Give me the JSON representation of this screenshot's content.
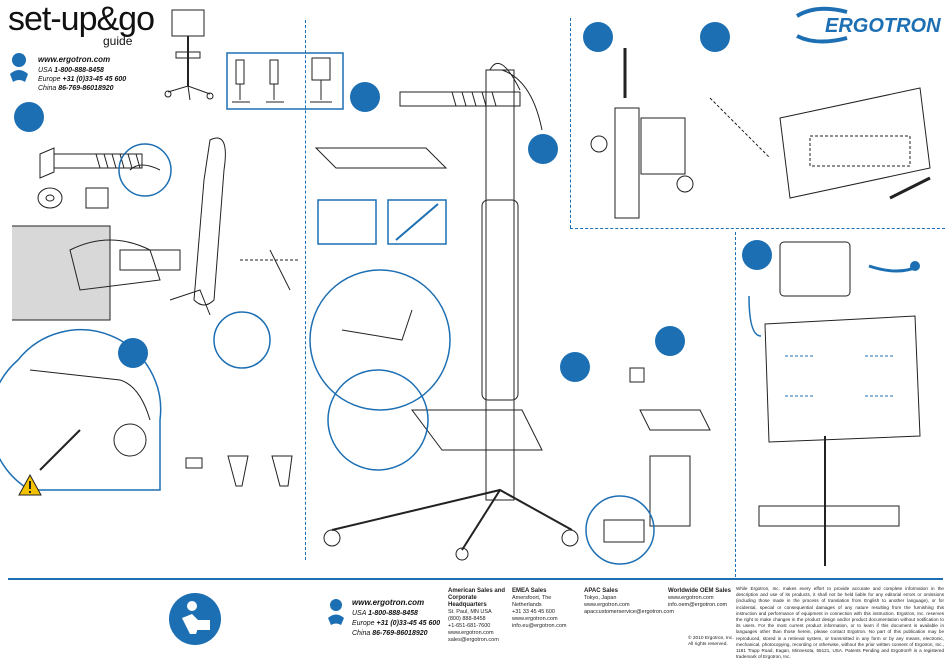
{
  "header": {
    "title": "set-up&go",
    "subtitle": "guide",
    "website": "www.ergotron.com",
    "contacts": [
      {
        "region": "USA",
        "phone": "1-800-888-8458"
      },
      {
        "region": "Europe",
        "phone": "+31 (0)33-45 45 600"
      },
      {
        "region": "China",
        "phone": "86-769-86018920"
      }
    ]
  },
  "brand": {
    "name": "ERGOTRON",
    "color": "#1d6fb3"
  },
  "colors": {
    "accent": "#1d6fb3",
    "line": "#222222",
    "warning": "#f2c100"
  },
  "footer": {
    "website": "www.ergotron.com",
    "contacts": [
      {
        "region": "USA",
        "phone": "1-800-888-8458"
      },
      {
        "region": "Europe",
        "phone": "+31 (0)33-45 45 600"
      },
      {
        "region": "China",
        "phone": "86-769-86018920"
      }
    ],
    "columns": [
      {
        "heading": "American Sales and Corporate Headquarters",
        "lines": [
          "St. Paul, MN USA",
          "(800) 888-8458",
          "+1-651-681-7600",
          "www.ergotron.com",
          "sales@ergotron.com"
        ]
      },
      {
        "heading": "EMEA Sales",
        "lines": [
          "Amersfoort, The Netherlands",
          "+31 33 45 45 600",
          "www.ergotron.com",
          "info.eu@ergotron.com"
        ]
      },
      {
        "heading": "APAC Sales",
        "lines": [
          "Tokyo, Japan",
          "www.ergotron.com",
          "apaccustomerservice@ergotron.com"
        ]
      },
      {
        "heading": "Worldwide OEM Sales",
        "lines": [
          "www.ergotron.com",
          "info.oem@ergotron.com"
        ]
      }
    ],
    "copyright": [
      "© 2010 Ergotron, Inc.",
      "All rights reserved."
    ],
    "legal": "While Ergotron, Inc. makes every effort to provide accurate and complete information in the description and use of its products, it shall not be held liable for any editorial errors or omissions (including those made in the process of translation from English to another language), or for incidental, special or consequential damages of any nature resulting from the furnishing this instruction and performance of equipment in connection with this instruction. Ergotron, Inc. reserves the right to make changes in the product design and/or product documentation without notification to its users. For the most current product information, or to learn if this document is available in languages other than those herein, please contact Ergotron. No part of this publication may be reproduced, stored in a retrieval system, or transmitted in any form or by any means, electronic, mechanical, photocopying, recording or otherwise, without the prior written consent of Ergotron, Inc., 1181 Trapp Road, Eagan, Minnesota, 55121, USA. Patents Pending and Ergotron® is a registered trademark of Ergotron, Inc."
  },
  "icons": [
    "phone-icon",
    "warning-icon",
    "read-manual-icon",
    "step-marker-icon",
    "screwdriver-icon",
    "screw-icon",
    "washer-icon"
  ]
}
